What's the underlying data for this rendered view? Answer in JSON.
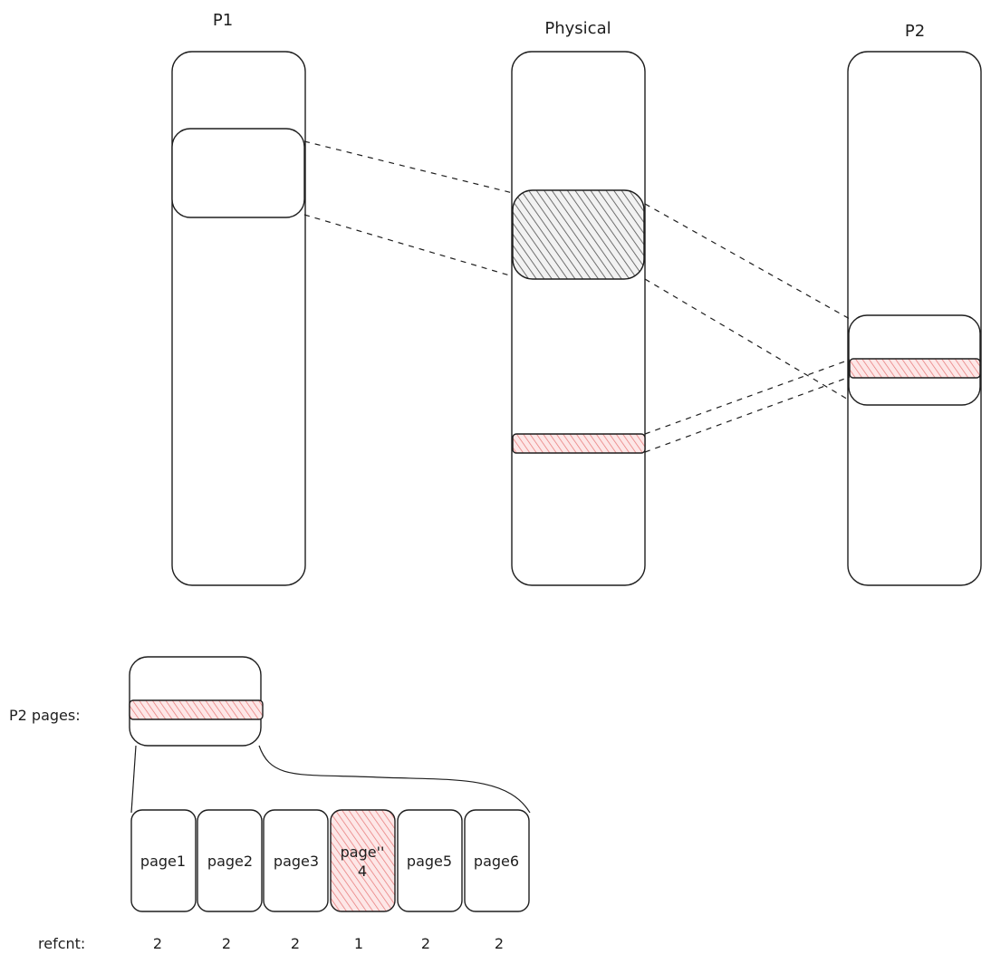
{
  "labels": {
    "p1": "P1",
    "physical": "Physical",
    "p2": "P2",
    "p2_pages": "P2 pages:",
    "refcnt": "refcnt:"
  },
  "pages": [
    {
      "label": "page1",
      "refcnt": "2",
      "highlight": false
    },
    {
      "label": "page2",
      "refcnt": "2",
      "highlight": false
    },
    {
      "label": "page3",
      "refcnt": "2",
      "highlight": false
    },
    {
      "label_line1": "page''",
      "label_line2": "4",
      "refcnt": "1",
      "highlight": true
    },
    {
      "label": "page5",
      "refcnt": "2",
      "highlight": false
    },
    {
      "label": "page6",
      "refcnt": "2",
      "highlight": false
    }
  ],
  "colors": {
    "stroke": "#1e1e1e",
    "dark_hatch": "#6f6f6f",
    "red_hatch": "#e87a7a",
    "red_fill": "#fde7e7",
    "background": "#ffffff"
  }
}
